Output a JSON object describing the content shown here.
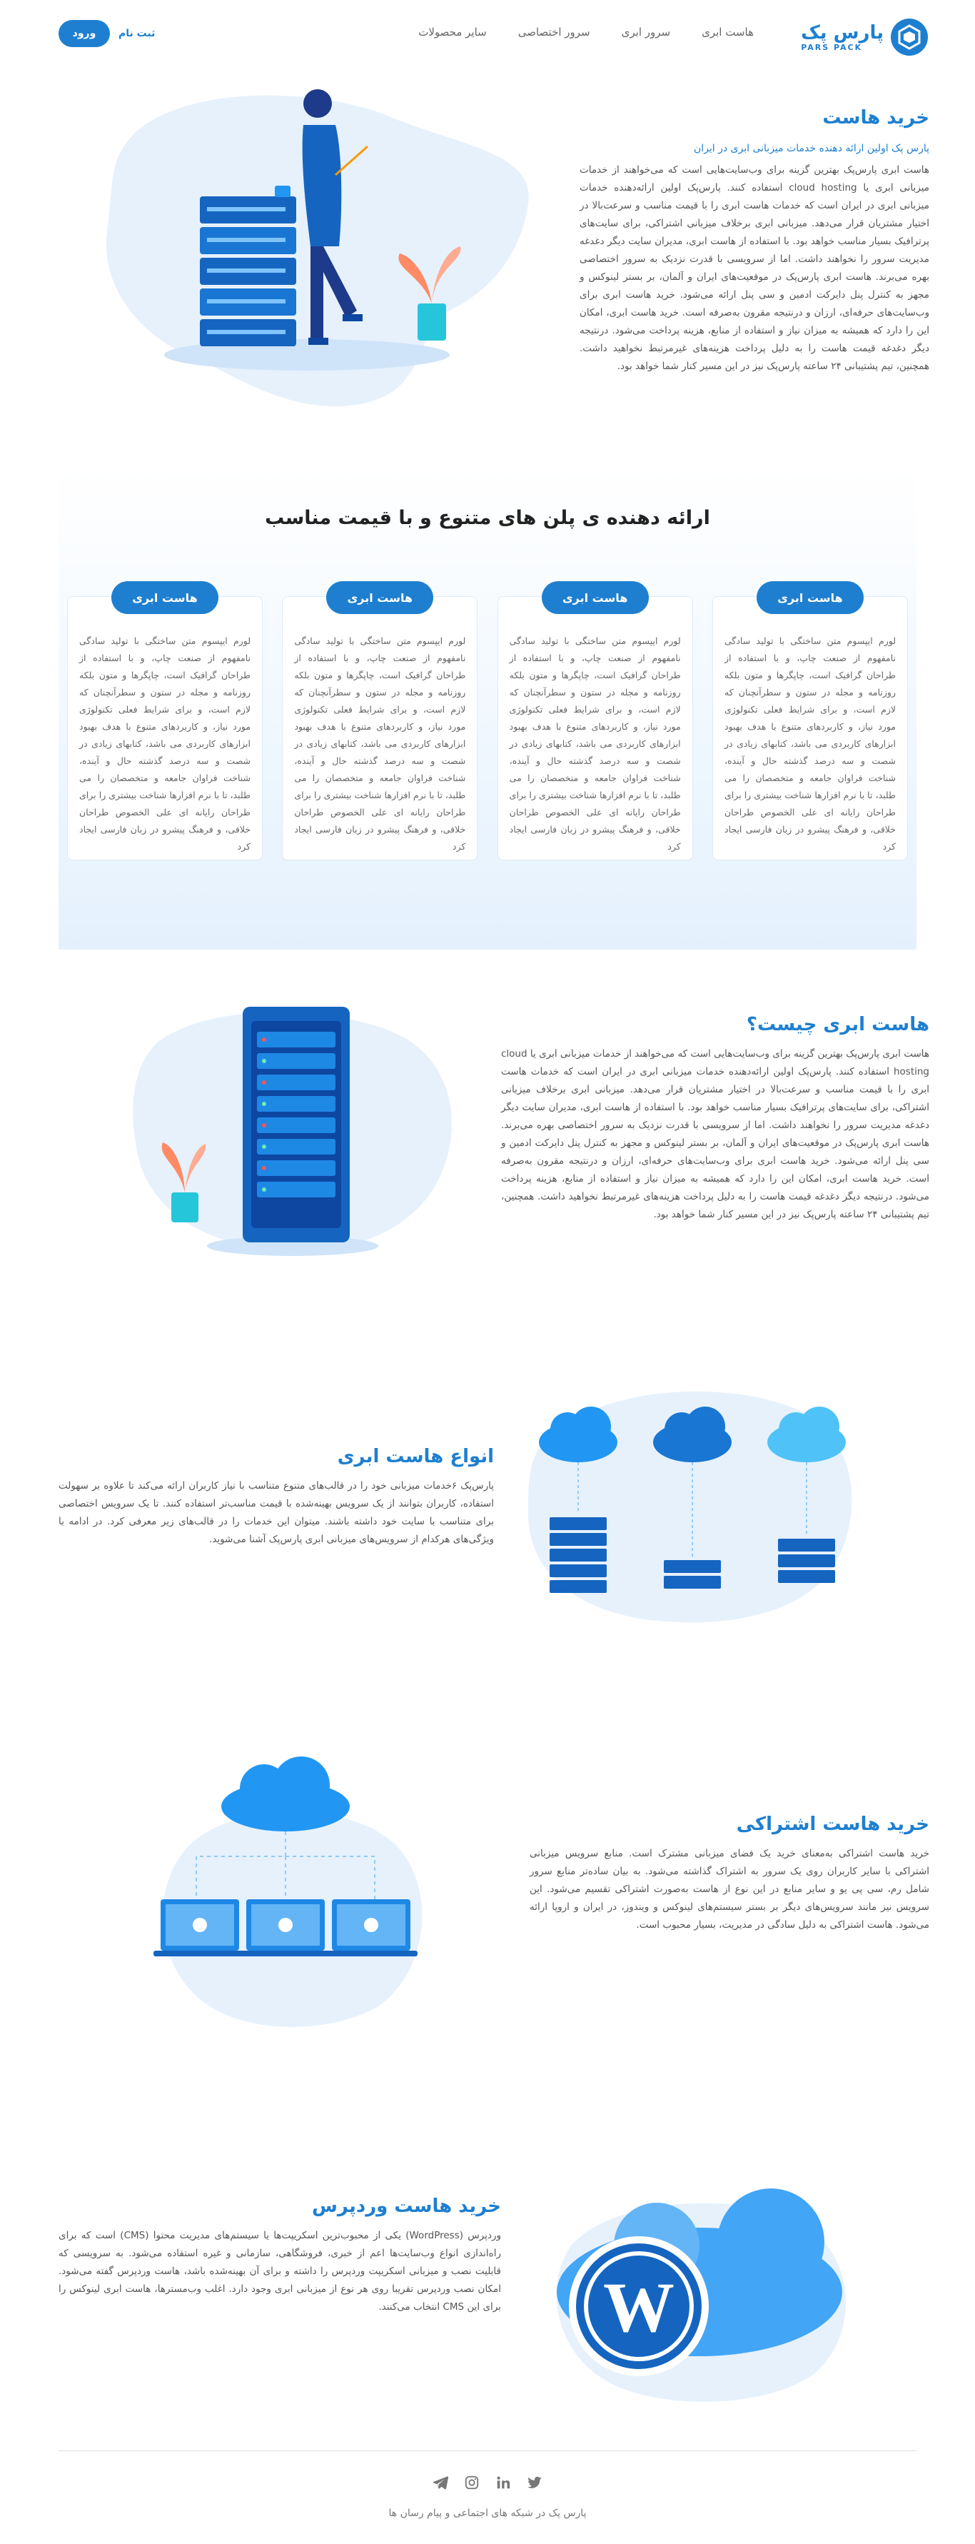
{
  "header": {
    "logo_fa": "پارس پک",
    "logo_en": "PARS PACK",
    "nav": [
      "هاست ابری",
      "سرور ابری",
      "سرور اختصاصی",
      "سایر محصولات"
    ],
    "login": "ورود",
    "register": "ثبت نام"
  },
  "hero": {
    "title": "خرید هاست",
    "subtitle": "پارس پک اولین ارائه دهنده خدمات میزبانی ابری در ایران",
    "body": "هاست ابری پارس‌پک بهترین گزینه برای وب‌سایت‌هایی است که می‌خواهند از خدمات میزبانی ابری یا cloud hosting استفاده کنند. پارس‌پک اولین ارائه‌دهنده خدمات میزبانی ابری در ایران است که خدمات هاست ابری را با قیمت مناسب و سرعت‌بالا در اختیار مشتریان قرار می‌دهد. میزبانی ابری برخلاف میزبانی اشتراکی، برای سایت‌های پرترافیک بسیار مناسب خواهد بود. با استفاده از هاست ابری، مدیران سایت دیگر دغدغه مدیریت سرور را نخواهند داشت. اما از سرویسی با قدرت نزدیک به سرور اختصاصی بهره می‌برند. هاست ابری پارس‌پک در موقعیت‌های ایران و آلمان، بر بستر لینوکس و مجهز به کنترل پنل دایرکت ادمین و سی پنل ارائه می‌شود. خرید هاست ابری برای وب‌سایت‌های حرفه‌ای، ارزان و درنتیجه مقرون به‌صرفه است. خرید هاست ابری، امکان این را دارد که همیشه به میزان نیاز و استفاده از منابع، هزینه پرداخت می‌شود. درنتیجه دیگر دغدغه قیمت هاست را به دلیل پرداخت هزینه‌های غیرمرتبط نخواهید داشت. همچنین، تیم پشتیبانی ۲۴ ساعته پارس‌پک نیز در این مسیر کنار شما خواهد بود."
  },
  "plans": {
    "title": "ارائه دهنده ی پلن های متنوع و با قیمت مناسب",
    "cards": [
      {
        "label": "هاست ابری",
        "text": "لورم ایپسوم متن ساختگی با تولید سادگی نامفهوم از صنعت چاپ، و با استفاده از طراحان گرافیک است، چاپگرها و متون بلکه روزنامه و مجله در ستون و سطرآنچنان که لازم است، و برای شرایط فعلی تکنولوژی مورد نیاز، و کاربردهای متنوع با هدف بهبود ابزارهای کاربردی می باشد، کتابهای زیادی در شصت و سه درصد گذشته حال و آینده، شناخت فراوان جامعه و متخصصان را می طلبد، تا با نرم افزارها شناخت بیشتری را برای طراحان رایانه ای علی الخصوص طراحان خلاقی، و فرهنگ پیشرو در زبان فارسی ایجاد کرد"
      },
      {
        "label": "هاست ابری",
        "text": "لورم ایپسوم متن ساختگی با تولید سادگی نامفهوم از صنعت چاپ، و با استفاده از طراحان گرافیک است، چاپگرها و متون بلکه روزنامه و مجله در ستون و سطرآنچنان که لازم است، و برای شرایط فعلی تکنولوژی مورد نیاز، و کاربردهای متنوع با هدف بهبود ابزارهای کاربردی می باشد، کتابهای زیادی در شصت و سه درصد گذشته حال و آینده، شناخت فراوان جامعه و متخصصان را می طلبد، تا با نرم افزارها شناخت بیشتری را برای طراحان رایانه ای علی الخصوص طراحان خلاقی، و فرهنگ پیشرو در زبان فارسی ایجاد کرد"
      },
      {
        "label": "هاست ابری",
        "text": "لورم ایپسوم متن ساختگی با تولید سادگی نامفهوم از صنعت چاپ، و با استفاده از طراحان گرافیک است، چاپگرها و متون بلکه روزنامه و مجله در ستون و سطرآنچنان که لازم است، و برای شرایط فعلی تکنولوژی مورد نیاز، و کاربردهای متنوع با هدف بهبود ابزارهای کاربردی می باشد، کتابهای زیادی در شصت و سه درصد گذشته حال و آینده، شناخت فراوان جامعه و متخصصان را می طلبد، تا با نرم افزارها شناخت بیشتری را برای طراحان رایانه ای علی الخصوص طراحان خلاقی، و فرهنگ پیشرو در زبان فارسی ایجاد کرد"
      },
      {
        "label": "هاست ابری",
        "text": "لورم ایپسوم متن ساختگی با تولید سادگی نامفهوم از صنعت چاپ، و با استفاده از طراحان گرافیک است، چاپگرها و متون بلکه روزنامه و مجله در ستون و سطرآنچنان که لازم است، و برای شرایط فعلی تکنولوژی مورد نیاز، و کاربردهای متنوع با هدف بهبود ابزارهای کاربردی می باشد، کتابهای زیادی در شصت و سه درصد گذشته حال و آینده، شناخت فراوان جامعه و متخصصان را می طلبد، تا با نرم افزارها شناخت بیشتری را برای طراحان رایانه ای علی الخصوص طراحان خلاقی، و فرهنگ پیشرو در زبان فارسی ایجاد کرد"
      }
    ]
  },
  "what_is": {
    "title": "هاست ابری چیست؟",
    "body": "هاست ابری پارس‌پک بهترین گزینه برای وب‌سایت‌هایی است که می‌خواهند از خدمات میزبانی ابری یا cloud hosting استفاده کنند. پارس‌پک اولین ارائه‌دهنده خدمات میزبانی ابری در ایران است که خدمات هاست ابری را با قیمت مناسب و سرعت‌بالا در اختیار مشتریان قرار می‌دهد. میزبانی ابری برخلاف میزبانی اشتراکی، برای سایت‌های پرترافیک بسیار مناسب خواهد بود. با استفاده از هاست ابری، مدیران سایت دیگر دغدغه مدیریت سرور را نخواهند داشت. اما از سرویسی با قدرت نزدیک به سرور اختصاصی بهره می‌برند. هاست ابری پارس‌پک در موقعیت‌های ایران و آلمان، بر بستر لینوکس و مجهز به کنترل پنل دایرکت ادمین و سی پنل ارائه می‌شود. خرید هاست ابری برای وب‌سایت‌های حرفه‌ای، ارزان و درنتیجه مقرون به‌صرفه است. خرید هاست ابری، امکان این را دارد که همیشه به میزان نیاز و استفاده از منابع، هزینه پرداخت می‌شود. درنتیجه دیگر دغدغه قیمت هاست را به دلیل پرداخت هزینه‌های غیرمرتبط نخواهید داشت. همچنین، تیم پشتیبانی ۲۴ ساعته پارس‌پک نیز در این مسیر کنار شما خواهد بود."
  },
  "types": {
    "title": "انواع هاست ابری",
    "body": "پارس‌پک ۶خدمات میزبانی خود را در قالب‌های متنوع متناسب با نیاز کاربران ارائه می‌کند تا علاوه بر سهولت استفاده، کاربران بتوانند از یک سرویس بهینه‌شده با قیمت مناسب‌تر استفاده کنند. تا یک سرویس اختصاصی برای متناسب با سایت خود داشته باشند. میتوان این خدمات را در قالب‌های زیر معرفی کرد. در ادامه با ویژگی‌های هرکدام از سرویس‌های میزبانی ابری پارس‌پک آشنا می‌شوید."
  },
  "shared": {
    "title": "خرید هاست اشتراکی",
    "body": "خرید هاست اشتراکی به‌معنای خرید یک فضای میزبانی مشترک است. منابع سرویس میزبانی اشتراکی با سایر کاربران روی یک سرور به اشتراک گذاشته می‌شود. به بیان ساده‌تر منابع سرور شامل رم، سی پی یو و سایر منابع در این نوع از هاست به‌صورت اشتراکی تقسیم می‌شود. این سرویس نیز مانند سرویس‌های دیگر بر بستر سیستم‌های لینوکس و ویندوز، در ایران و اروپا ارائه می‌شود. هاست اشتراکی به دلیل سادگی در مدیریت، بسیار محبوب است."
  },
  "wordpress": {
    "title": "خرید هاست وردپرس",
    "body": "وردپرس (WordPress) یکی از محبوب‌ترین اسکریپت‌ها یا سیستم‌های مدیریت محتوا (CMS) است که برای راه‌اندازی انواع وب‌سایت‌ها اعم از خبری، فروشگاهی، سازمانی و غیره استفاده می‌شود. به سرویسی که قابلیت نصب و میزبانی اسکریپت وردپرس را داشته و برای آن بهینه‌شده باشد، هاست وردپرس گفته می‌شود. امکان نصب وردپرس تقریبا روی هر نوع از میزبانی ابری وجود دارد. اغلب وب‌مسترها، هاست ابری لینوکس را برای این CMS انتخاب می‌کنند."
  },
  "footer": {
    "note": "پارس پک در شبکه های اجتماعی و پیام رسان ها"
  }
}
